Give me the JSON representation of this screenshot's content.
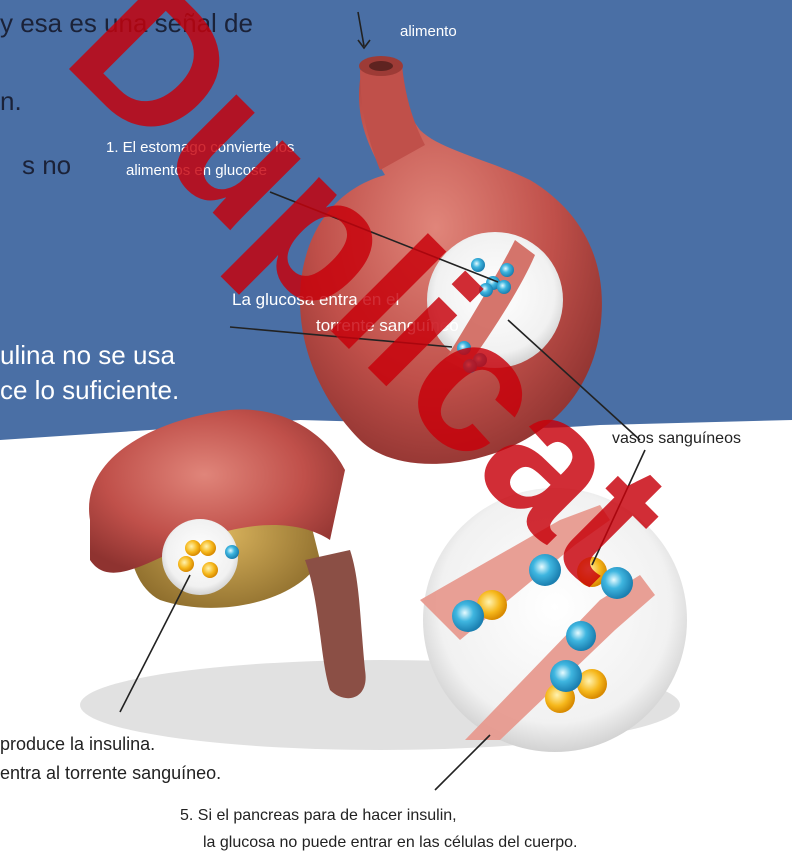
{
  "background_text": {
    "line1": "y esa es una señal de",
    "line2": "n.",
    "line3": "s no",
    "line4": "ulina no se usa",
    "line5": "ce lo suficiente."
  },
  "labels": {
    "food": "alimento",
    "step1_line1": "1. El estomago convierte los",
    "step1_line2": "alimentos en glucose",
    "glucose_enters_line1": "La glucosa entra en el",
    "glucose_enters_line2": "torrente sanguíneo",
    "blood_vessels": "vasos sanguíneos",
    "pancreas_line1": "produce la insulina.",
    "pancreas_line2": "entra al torrente sanguíneo.",
    "step5_line1": "5. Si el pancreas para de hacer insulin,",
    "step5_line2": "la glucosa no puede entrar en las células del cuerpo."
  },
  "watermark": {
    "text": "Duplicat"
  },
  "colors": {
    "background_blue": "#4a6fa5",
    "stomach": "#c0504a",
    "watermark": "#c8000a",
    "glucose": "#3fb6e0",
    "insulin": "#f6b81c"
  }
}
